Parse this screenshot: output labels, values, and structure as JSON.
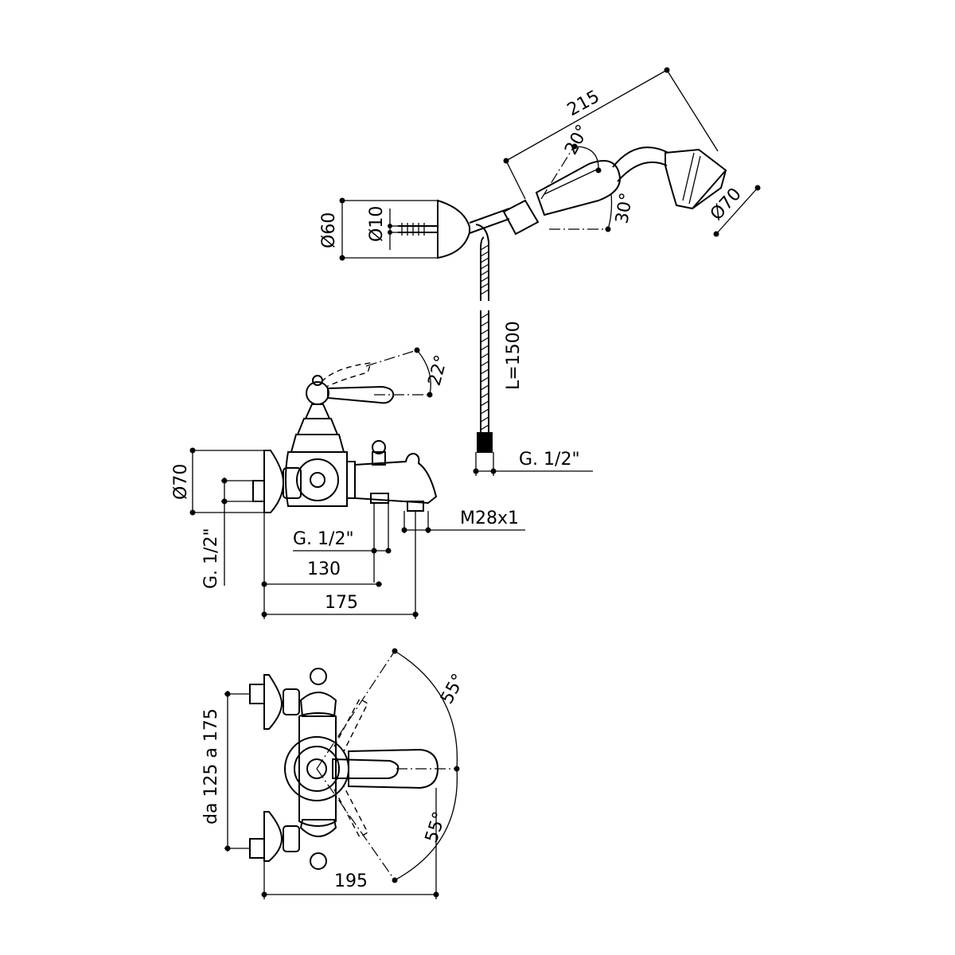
{
  "shower_head": {
    "length_dim": "215",
    "angle_up": "20°",
    "angle_down": "30°",
    "head_diameter": "Ø70"
  },
  "bracket": {
    "diameter": "Ø60",
    "fixing_diameter": "Ø10"
  },
  "hose": {
    "length": "L=1500",
    "connection": "G. 1/2\""
  },
  "side_view": {
    "lever_angle": "22°",
    "flange_diameter": "Ø70",
    "inlet_thread": "G. 1/2\"",
    "outlet_thread": "G. 1/2\"",
    "aerator_thread": "M28x1",
    "dim_130": "130",
    "dim_175": "175"
  },
  "top_view": {
    "centers": "da 125 a 175",
    "angle_upper": "55°",
    "angle_lower": "55°",
    "depth": "195"
  }
}
